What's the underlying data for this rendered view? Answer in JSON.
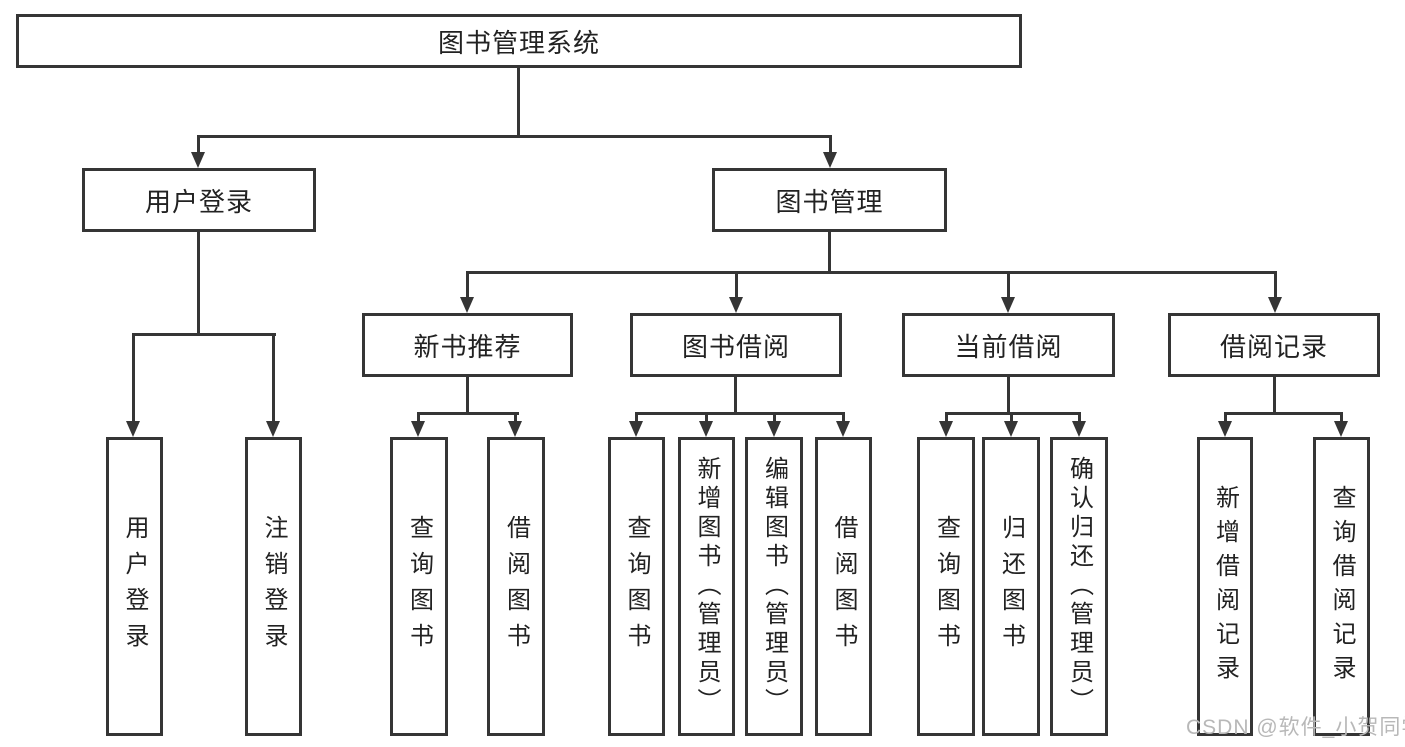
{
  "diagram": {
    "root": {
      "label": "图书管理系统"
    },
    "level2": [
      {
        "label": "用户登录"
      },
      {
        "label": "图书管理"
      }
    ],
    "level3": [
      {
        "label": "新书推荐"
      },
      {
        "label": "图书借阅"
      },
      {
        "label": "当前借阅"
      },
      {
        "label": "借阅记录"
      }
    ],
    "leaves": {
      "login": [
        "用户登录",
        "注销登录"
      ],
      "recommend": [
        "查询图书",
        "借阅图书"
      ],
      "borrow": [
        "查询图书",
        "新增图书（管理员）",
        "编辑图书（管理员）",
        "借阅图书"
      ],
      "current": [
        "查询图书",
        "归还图书",
        "确认归还（管理员）"
      ],
      "records": [
        "新增借阅记录",
        "查询借阅记录"
      ]
    }
  },
  "watermark": {
    "text": "CSDN @软件_小贺同学"
  },
  "colors": {
    "line": "#353535",
    "text": "#222222",
    "watermark": "#b8b8b8",
    "background": "#ffffff"
  }
}
